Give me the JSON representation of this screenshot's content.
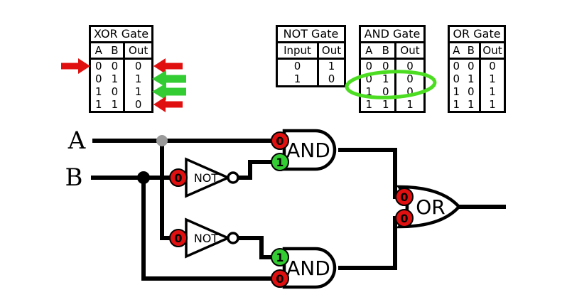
{
  "tables": {
    "xor": {
      "title": "XOR Gate",
      "headers": [
        "A",
        "B",
        "Out"
      ],
      "rows": [
        [
          "0",
          "0",
          "0"
        ],
        [
          "0",
          "1",
          "1"
        ],
        [
          "1",
          "0",
          "1"
        ],
        [
          "1",
          "1",
          "0"
        ]
      ]
    },
    "not_gate": {
      "title": "NOT Gate",
      "headers": [
        "Input",
        "Out"
      ],
      "rows": [
        [
          "0",
          "1"
        ],
        [
          "1",
          "0"
        ]
      ]
    },
    "and_gate": {
      "title": "AND Gate",
      "headers": [
        "A",
        "B",
        "Out"
      ],
      "rows": [
        [
          "0",
          "0",
          "0"
        ],
        [
          "0",
          "1",
          "0"
        ],
        [
          "1",
          "0",
          "0"
        ],
        [
          "1",
          "1",
          "1"
        ]
      ]
    },
    "or_gate": {
      "title": "OR Gate",
      "headers": [
        "A",
        "B",
        "Out"
      ],
      "rows": [
        [
          "0",
          "0",
          "0"
        ],
        [
          "0",
          "1",
          "1"
        ],
        [
          "1",
          "0",
          "1"
        ],
        [
          "1",
          "1",
          "1"
        ]
      ]
    }
  },
  "circuit": {
    "inputs": {
      "a": "A",
      "b": "B"
    },
    "gates": {
      "not1": "NOT",
      "not2": "NOT",
      "and1": "AND",
      "and2": "AND",
      "or1": "OR"
    },
    "signal_values": {
      "and1_top_in": "0",
      "and1_bottom_in": "1",
      "not1_in": "0",
      "not2_in": "0",
      "and2_top_in": "1",
      "and2_bottom_in": "0",
      "or_top_in": "0",
      "or_bottom_in": "0"
    }
  },
  "colors": {
    "signal_low_red": "#e01010",
    "signal_high_green": "#33cc33",
    "wire_gray": "#9a9a9a",
    "wire_black": "#000000",
    "highlight_green": "#4cdd22"
  }
}
